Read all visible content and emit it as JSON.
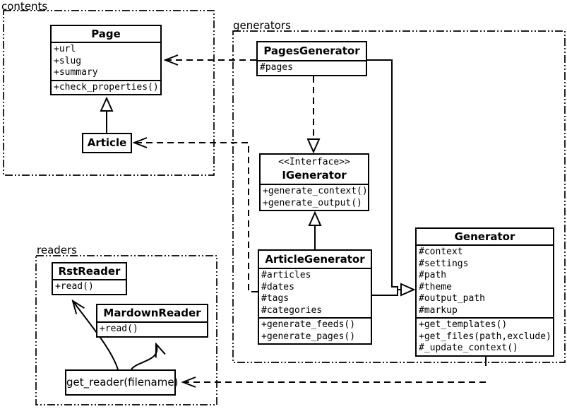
{
  "colors": {
    "line": "#000000",
    "background": "#ffffff",
    "box_fill": "#ffffff"
  },
  "packages": {
    "contents": {
      "label": "contents"
    },
    "generators": {
      "label": "generators"
    },
    "readers": {
      "label": "readers"
    }
  },
  "classes": {
    "page": {
      "name": "Page",
      "attributes": [
        "+url",
        "+slug",
        "+summary"
      ],
      "methods": [
        "+check_properties()"
      ]
    },
    "article": {
      "name": "Article"
    },
    "pagesGenerator": {
      "name": "PagesGenerator",
      "attributes": [
        "#pages"
      ]
    },
    "iGenerator": {
      "stereotype": "<<Interface>>",
      "name": "IGenerator",
      "methods": [
        "+generate_context()",
        "+generate_output()"
      ]
    },
    "articleGenerator": {
      "name": "ArticleGenerator",
      "attributes": [
        "#articles",
        "#dates",
        "#tags",
        "#categories"
      ],
      "methods": [
        "+generate_feeds()",
        "+generate_pages()"
      ]
    },
    "generator": {
      "name": "Generator",
      "attributes": [
        "#context",
        "#settings",
        "#path",
        "#theme",
        "#output_path",
        "#markup"
      ],
      "methods": [
        "+get_templates()",
        "+get_files(path,exclude)",
        "#_update_context()"
      ]
    },
    "rstReader": {
      "name": "RstReader",
      "methods": [
        "+read()"
      ]
    },
    "mardownReader": {
      "name": "MardownReader",
      "methods": [
        "+read()"
      ]
    },
    "getReader": {
      "label": "get_reader(filename)"
    }
  },
  "relationships": [
    {
      "from": "Article",
      "to": "Page",
      "type": "generalization",
      "line": "solid"
    },
    {
      "from": "PagesGenerator",
      "to": "Page",
      "type": "dependency",
      "line": "dashed"
    },
    {
      "from": "ArticleGenerator",
      "to": "Article",
      "type": "dependency",
      "line": "dashed"
    },
    {
      "from": "PagesGenerator",
      "to": "IGenerator",
      "type": "realization",
      "line": "dashed"
    },
    {
      "from": "ArticleGenerator",
      "to": "IGenerator",
      "type": "generalization",
      "line": "solid"
    },
    {
      "from": "PagesGenerator",
      "to": "Generator",
      "type": "generalization",
      "line": "solid"
    },
    {
      "from": "ArticleGenerator",
      "to": "Generator",
      "type": "generalization",
      "line": "solid"
    },
    {
      "from": "Generator",
      "to": "get_reader(filename)",
      "type": "dependency",
      "line": "dashed"
    },
    {
      "from": "get_reader(filename)",
      "to": "RstReader",
      "type": "arrow",
      "line": "curved"
    },
    {
      "from": "get_reader(filename)",
      "to": "MardownReader",
      "type": "arrow",
      "line": "curved"
    }
  ]
}
